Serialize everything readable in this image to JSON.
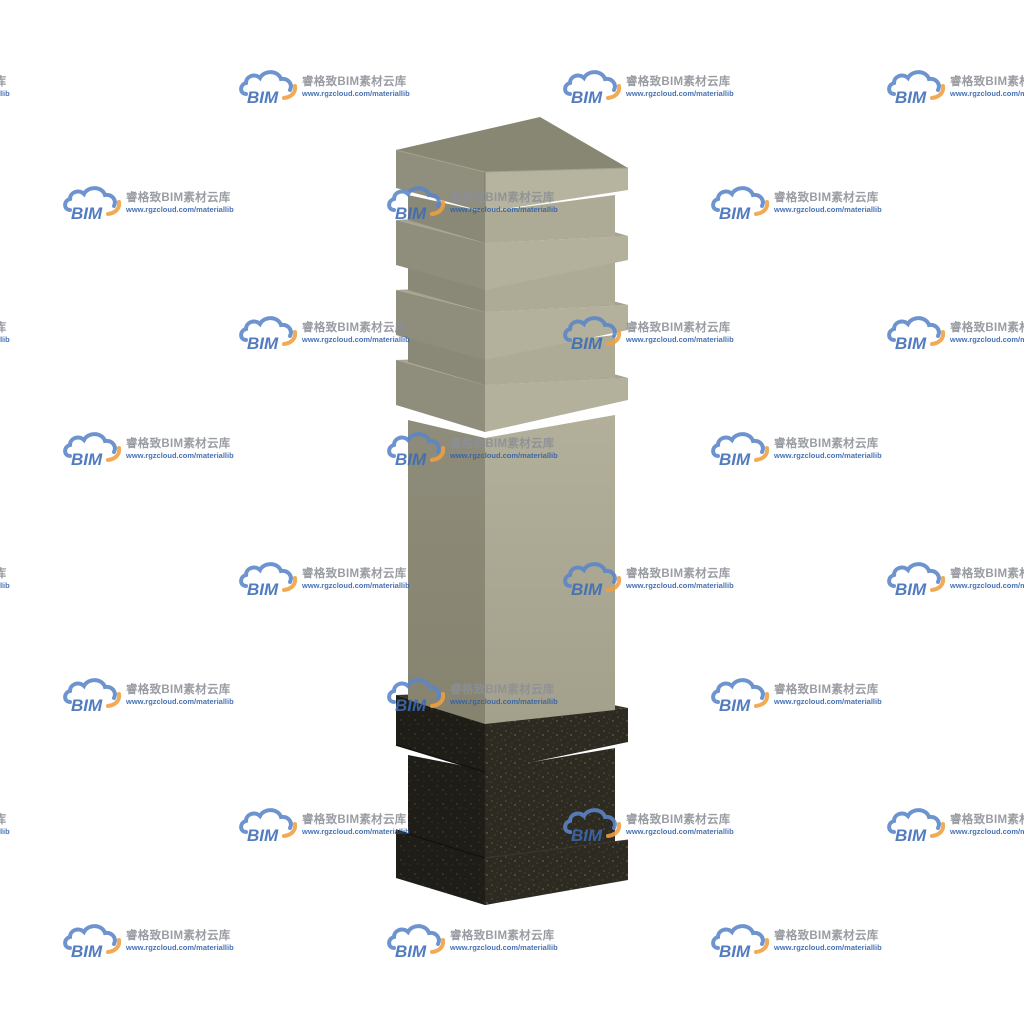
{
  "watermark": {
    "logo_text": "BIM",
    "brand_text": "睿格致BIM素材云库",
    "url_text": "www.rgzcloud.com/materiallib",
    "colors": {
      "cloud_blue": "#5b86c9",
      "cloud_orange": "#f0a040",
      "logo_text": "#3a6bb8",
      "brand_text": "#8c8f96",
      "url_text": "#2f5fa8"
    }
  },
  "pillar": {
    "colors": {
      "stone_front": "#a8a591",
      "stone_side": "#8b8978",
      "stone_top": "#8a8a74",
      "stone_band_top": "#b9b7a3",
      "granite_front": "#2d2a22",
      "granite_side": "#1f1d17",
      "granite_speck": "#55503f"
    }
  }
}
